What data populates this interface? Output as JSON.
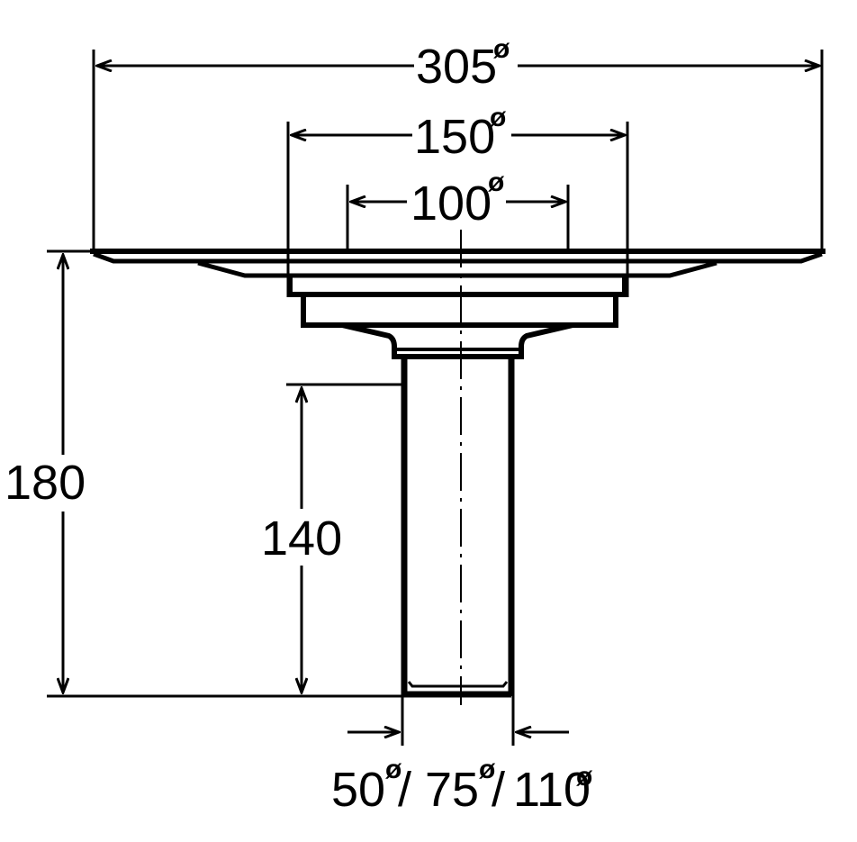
{
  "drawing": {
    "subject": "floor drain dimension drawing",
    "dimensions": {
      "top_flange": {
        "value": "305",
        "symbol": "ø"
      },
      "middle_ring": {
        "value": "150",
        "symbol": "ø"
      },
      "inner_ring": {
        "value": "100",
        "symbol": "ø"
      },
      "total_height": {
        "value": "180"
      },
      "pipe_length": {
        "value": "140"
      },
      "outlet": {
        "values": [
          "50",
          "75",
          "110"
        ],
        "symbol": "ø",
        "separator": "/"
      }
    },
    "colors": {
      "line": "#000000",
      "background": "#ffffff"
    }
  }
}
